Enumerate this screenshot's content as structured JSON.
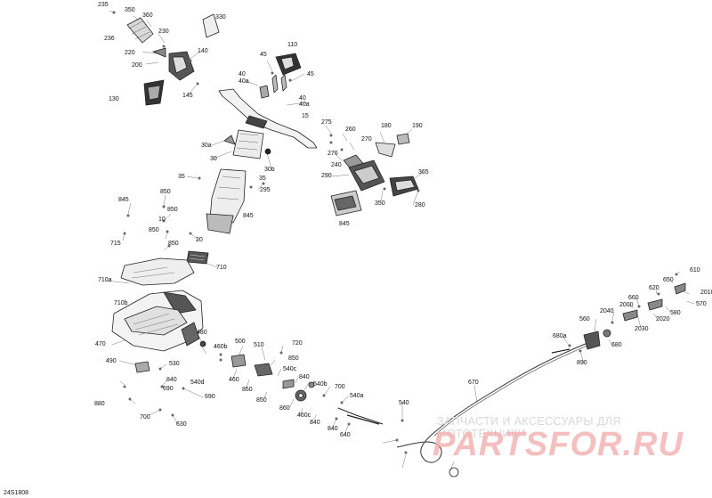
{
  "diagram": {
    "code": "24S1808",
    "watermark": {
      "text": "ЗАПЧАСТИ И АКСЕССУАРЫ ДЛЯ МОТОТЕХНИКИ",
      "logo": "PARTSFOR.RU"
    },
    "labels": [
      "235",
      "350",
      "360",
      "330",
      "236",
      "230",
      "220",
      "200",
      "140",
      "110",
      "45",
      "45",
      "40",
      "40a",
      "130",
      "145",
      "40",
      "40a",
      "15",
      "275",
      "260",
      "180",
      "190",
      "270",
      "276",
      "240",
      "30a",
      "30",
      "30b",
      "290",
      "365",
      "35",
      "35",
      "295",
      "350",
      "280",
      "845",
      "845",
      "850",
      "850",
      "10",
      "845",
      "850",
      "850",
      "20",
      "715",
      "710",
      "710a",
      "710b",
      "480",
      "470",
      "460b",
      "500",
      "510",
      "720",
      "850",
      "490",
      "530",
      "460",
      "540c",
      "850",
      "840",
      "840",
      "540d",
      "690",
      "540b",
      "700",
      "860",
      "540a",
      "460c",
      "840",
      "850",
      "690",
      "880",
      "700",
      "840",
      "540",
      "640",
      "630",
      "670",
      "610",
      "650",
      "2010",
      "620",
      "570",
      "660",
      "580",
      "2000",
      "2020",
      "2040",
      "560",
      "2030",
      "680a",
      "680",
      "890"
    ]
  }
}
